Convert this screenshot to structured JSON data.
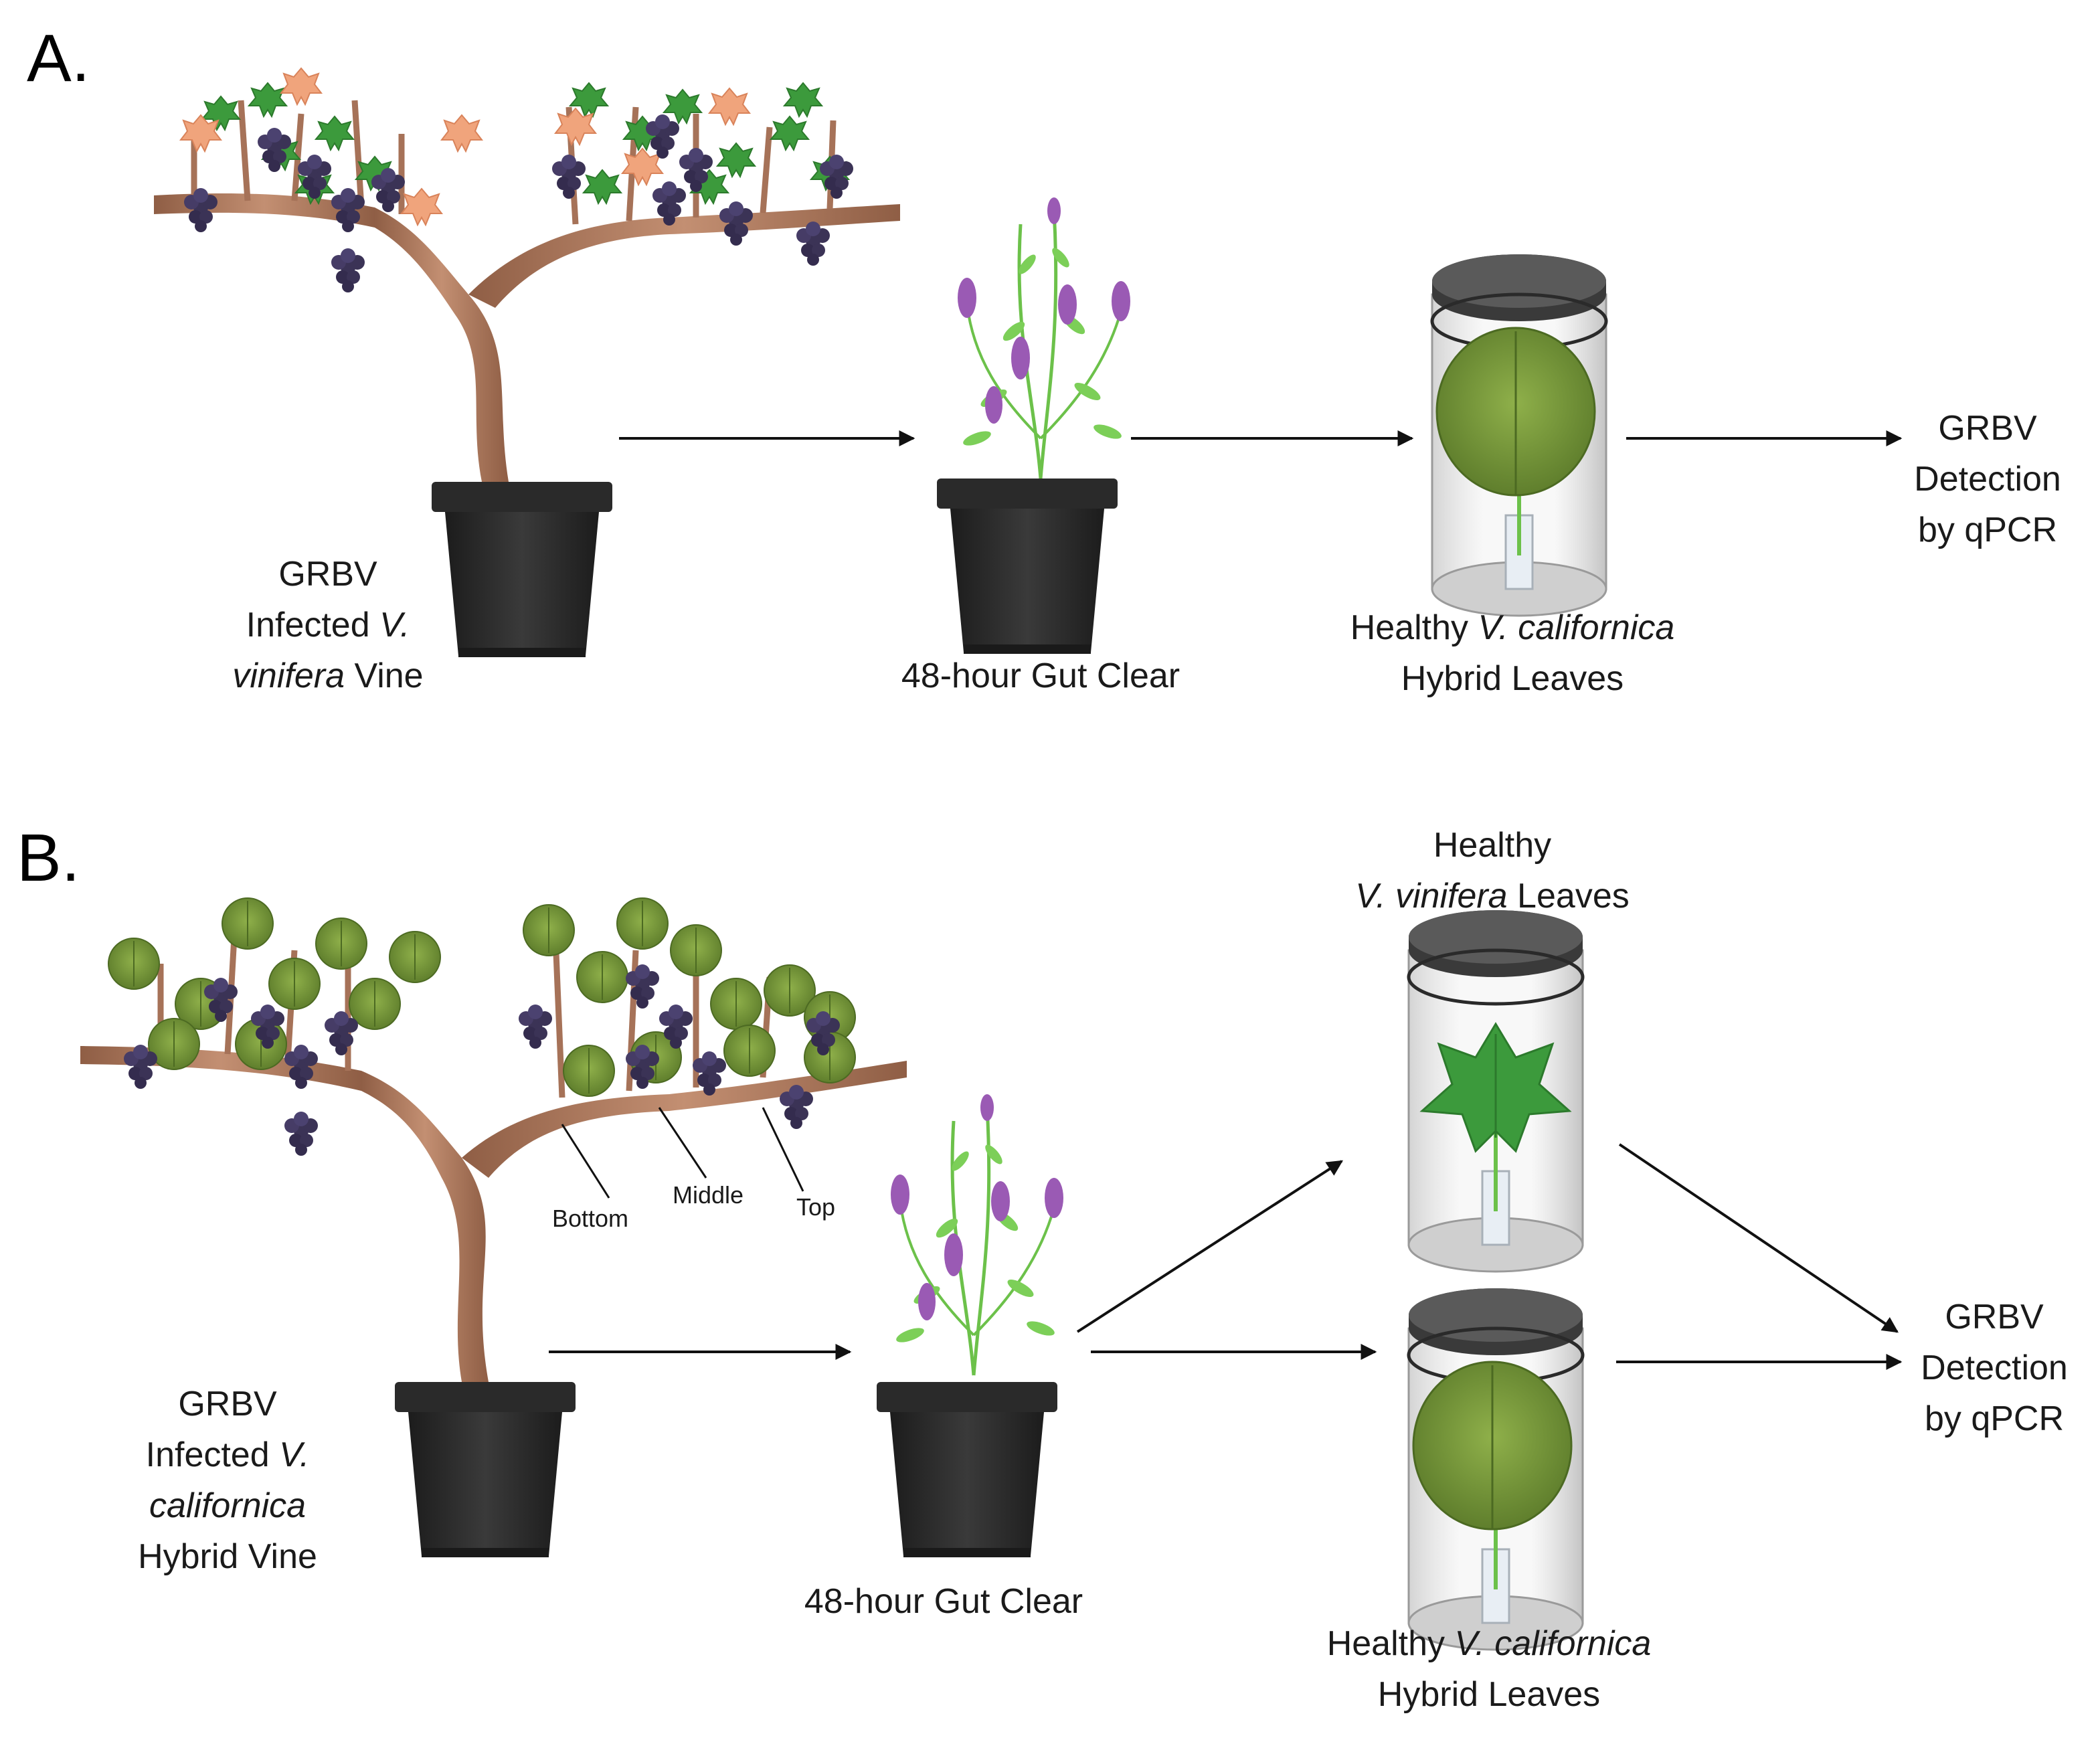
{
  "panels": {
    "a": {
      "letter": "A.",
      "source": {
        "line1": "GRBV",
        "line2a": "Infected ",
        "line2b": "V.",
        "line3a": "vinifera",
        "line3b": " Vine"
      },
      "gut_clear": "48-hour Gut Clear",
      "target": {
        "line1a": "Healthy ",
        "line1b": "V. californica",
        "line2": "Hybrid Leaves"
      },
      "detection": {
        "line1": "GRBV",
        "line2": "Detection",
        "line3": "by qPCR"
      }
    },
    "b": {
      "letter": "B.",
      "source": {
        "line1": "GRBV",
        "line2a": "Infected ",
        "line2b": "V.",
        "line3": "californica",
        "line4": "Hybrid Vine"
      },
      "positions": {
        "bottom": "Bottom",
        "middle": "Middle",
        "top": "Top"
      },
      "gut_clear": "48-hour Gut Clear",
      "target_top": {
        "line1": "Healthy",
        "line2a": "V. vinifera",
        "line2b": " Leaves"
      },
      "target_bottom": {
        "line1a": "Healthy ",
        "line1b": "V. californica",
        "line2": "Hybrid Leaves"
      },
      "detection": {
        "line1": "GRBV",
        "line2": "Detection",
        "line3": "by qPCR"
      }
    }
  },
  "colors": {
    "trunk": "#b07a5e",
    "pot": "#2b2b2b",
    "vinifera_leaf": "#3c9a3c",
    "infected_leaf": "#f0a47c",
    "californica_leaf": "#7a9a3a",
    "grape": "#3b3356",
    "alfalfa_flower": "#9a5ab4",
    "alfalfa_leaf": "#6cc14a",
    "arrow": "#111111"
  },
  "icons": [
    "grapevine",
    "alfalfa-plant",
    "leaf-cage",
    "pot"
  ]
}
